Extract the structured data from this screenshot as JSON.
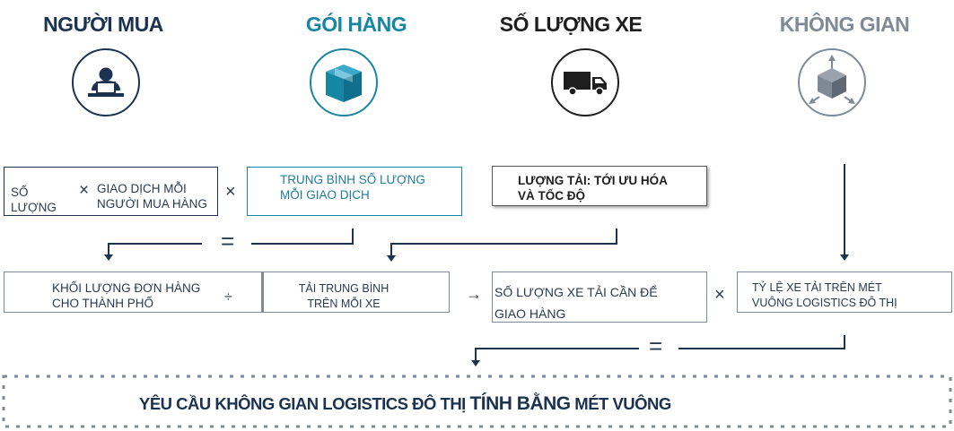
{
  "headers": {
    "buyers": "NGƯỜI MUA",
    "packages": "GÓI HÀNG",
    "vehicles": "SỐ LƯỢNG XE",
    "space": "KHÔNG GIAN"
  },
  "colors": {
    "navy": "#1b3350",
    "teal": "#1686a5",
    "dark": "#1e1e1e",
    "grey": "#7f8a96"
  },
  "row1": {
    "quantity": "SỐ LƯỢNG",
    "times_inner": "×",
    "transactions": "GIAO DỊCH MỖI NGƯỜI MUA HÀNG",
    "times": "×",
    "avg_packages": "TRUNG BÌNH SỐ LƯỢNG MỖI GIAO DỊCH",
    "load": "LƯỢNG TẢI: TỚI ƯU HÓA VÀ TỐC ĐỘ"
  },
  "equals1": "=",
  "row2": {
    "volume": "KHỐI LƯỢNG ĐƠN HÀNG CHO THÀNH PHỐ",
    "divide": "÷",
    "avg_load": "TẢI TRUNG BÌNH TRÊN MỖI XE",
    "arrow": "→",
    "trucks_needed": "SỐ LƯỢNG XE TẢI CẦN ĐỂ GIAO HÀNG",
    "times": "×",
    "ratio": "TỶ LỆ XE TẢI TRÊN MÉT VUÔNG LOGISTICS ĐÔ THỊ"
  },
  "equals2": "=",
  "result": {
    "part1": "YÊU CẦU KHÔNG GIAN LOGISTICS ĐÔ THỊ",
    "part2": "TÍNH BẰNG",
    "part3": "MÉT VUÔNG"
  }
}
